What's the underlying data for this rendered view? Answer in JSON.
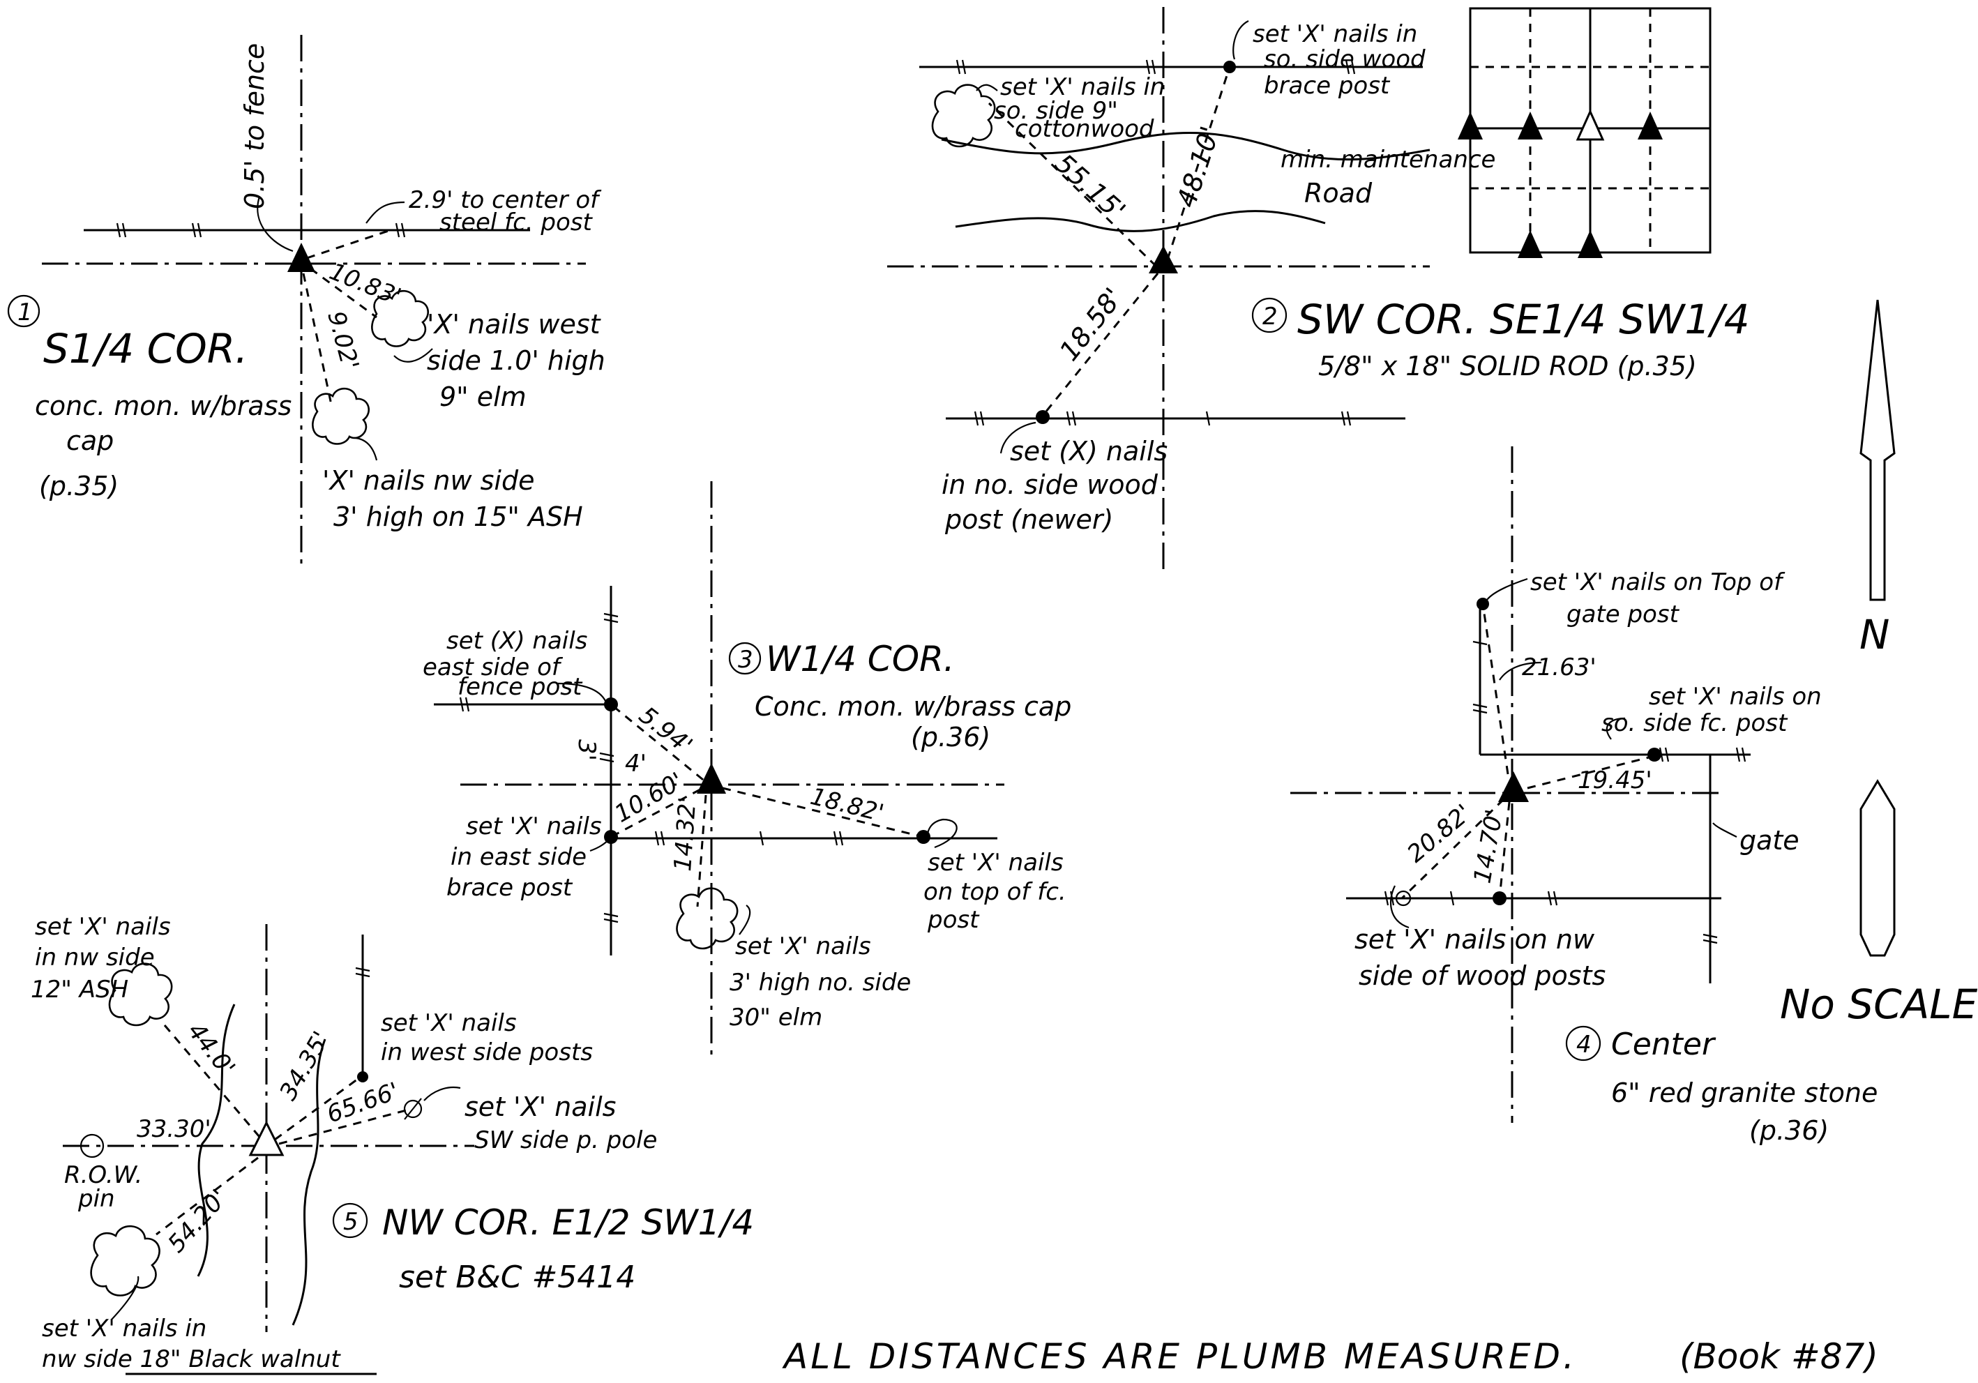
{
  "scale_note": "No SCALE",
  "north_label": "N",
  "footer": {
    "note": "ALL DISTANCES ARE PLUMB MEASURED.",
    "book": "(Book #87)"
  },
  "corner1": {
    "number": "1",
    "title": "S1/4 COR.",
    "desc1": "conc. mon. w/brass",
    "desc2": "cap",
    "page": "(p.35)",
    "d_fence": "0.5' to fence",
    "d_post": "2.9' to center of",
    "d_post2": "steel fc. post",
    "d_elm": "10.83'",
    "d_ash": "9.02'",
    "elm1": "'X' nails west",
    "elm2": "side 1.0' high",
    "elm3": "9\" elm",
    "ash1": "'X' nails nw side",
    "ash2": "3' high on 15\" ASH"
  },
  "corner2": {
    "number": "2",
    "title": "SW COR. SE1/4 SW1/4",
    "desc": "5/8\" x 18\" SOLID ROD (p.35)",
    "d_cottonwood": "55.15'",
    "d_brace": "48.10'",
    "d_post": "18.58'",
    "road1": "min. maintenance",
    "road2": "Road",
    "cw1": "set 'X' nails in",
    "cw2": "so. side 9\"",
    "cw3": "cottonwood",
    "brace1": "set 'X' nails in",
    "brace2": "so. side wood",
    "brace3": "brace post",
    "post1": "set (X) nails",
    "post2": "in no. side wood",
    "post3": "post (newer)"
  },
  "corner3": {
    "number": "3",
    "title": "W1/4 COR.",
    "desc": "Conc. mon. w/brass cap",
    "page": "(p.36)",
    "d_fence_post": "5.94'",
    "d_brace": "10.60'",
    "d_fc": "18.82'",
    "d_elm": "14.32'",
    "d_3": "3'",
    "d_4": "4'",
    "fp1": "set (X) nails",
    "fp2": "east side of",
    "fp3": "fence post",
    "br1": "set 'X' nails",
    "br2": "in east side",
    "br3": "brace post",
    "fc1": "set 'X' nails",
    "fc2": "on top of fc.",
    "fc3": "post",
    "elm1": "set 'X' nails",
    "elm2": "3' high no. side",
    "elm3": "30\" elm"
  },
  "corner4": {
    "number": "4",
    "title": "Center",
    "desc": "6\" red granite stone",
    "page": "(p.36)",
    "d_gate": "21.63'",
    "d_fc": "19.45'",
    "d_nw1": "20.82'",
    "d_nw2": "14.70'",
    "gate1": "set 'X' nails on Top of",
    "gate2": "gate post",
    "fc1": "set 'X' nails on",
    "fc2": "so. side fc. post",
    "gate_label": "gate",
    "wp1": "set 'X' nails on nw",
    "wp2": "side of wood posts"
  },
  "corner5": {
    "number": "5",
    "title": "NW COR. E1/2 SW1/4",
    "desc": "set B&C #5414",
    "d_row": "33.30'",
    "d_ash": "44.0'",
    "d_post": "34.35'",
    "d_pole": "65.66'",
    "d_walnut": "54.20'",
    "row1": "R.O.W.",
    "row2": "pin",
    "ash1": "set 'X' nails",
    "ash2": "in nw side",
    "ash3": "12\" ASH",
    "post1": "set 'X' nails",
    "post2": "in west side posts",
    "pole1": "set 'X' nails",
    "pole2": "SW side p. pole",
    "wal1": "set 'X' nails in",
    "wal2": "nw side 18\" Black walnut"
  }
}
